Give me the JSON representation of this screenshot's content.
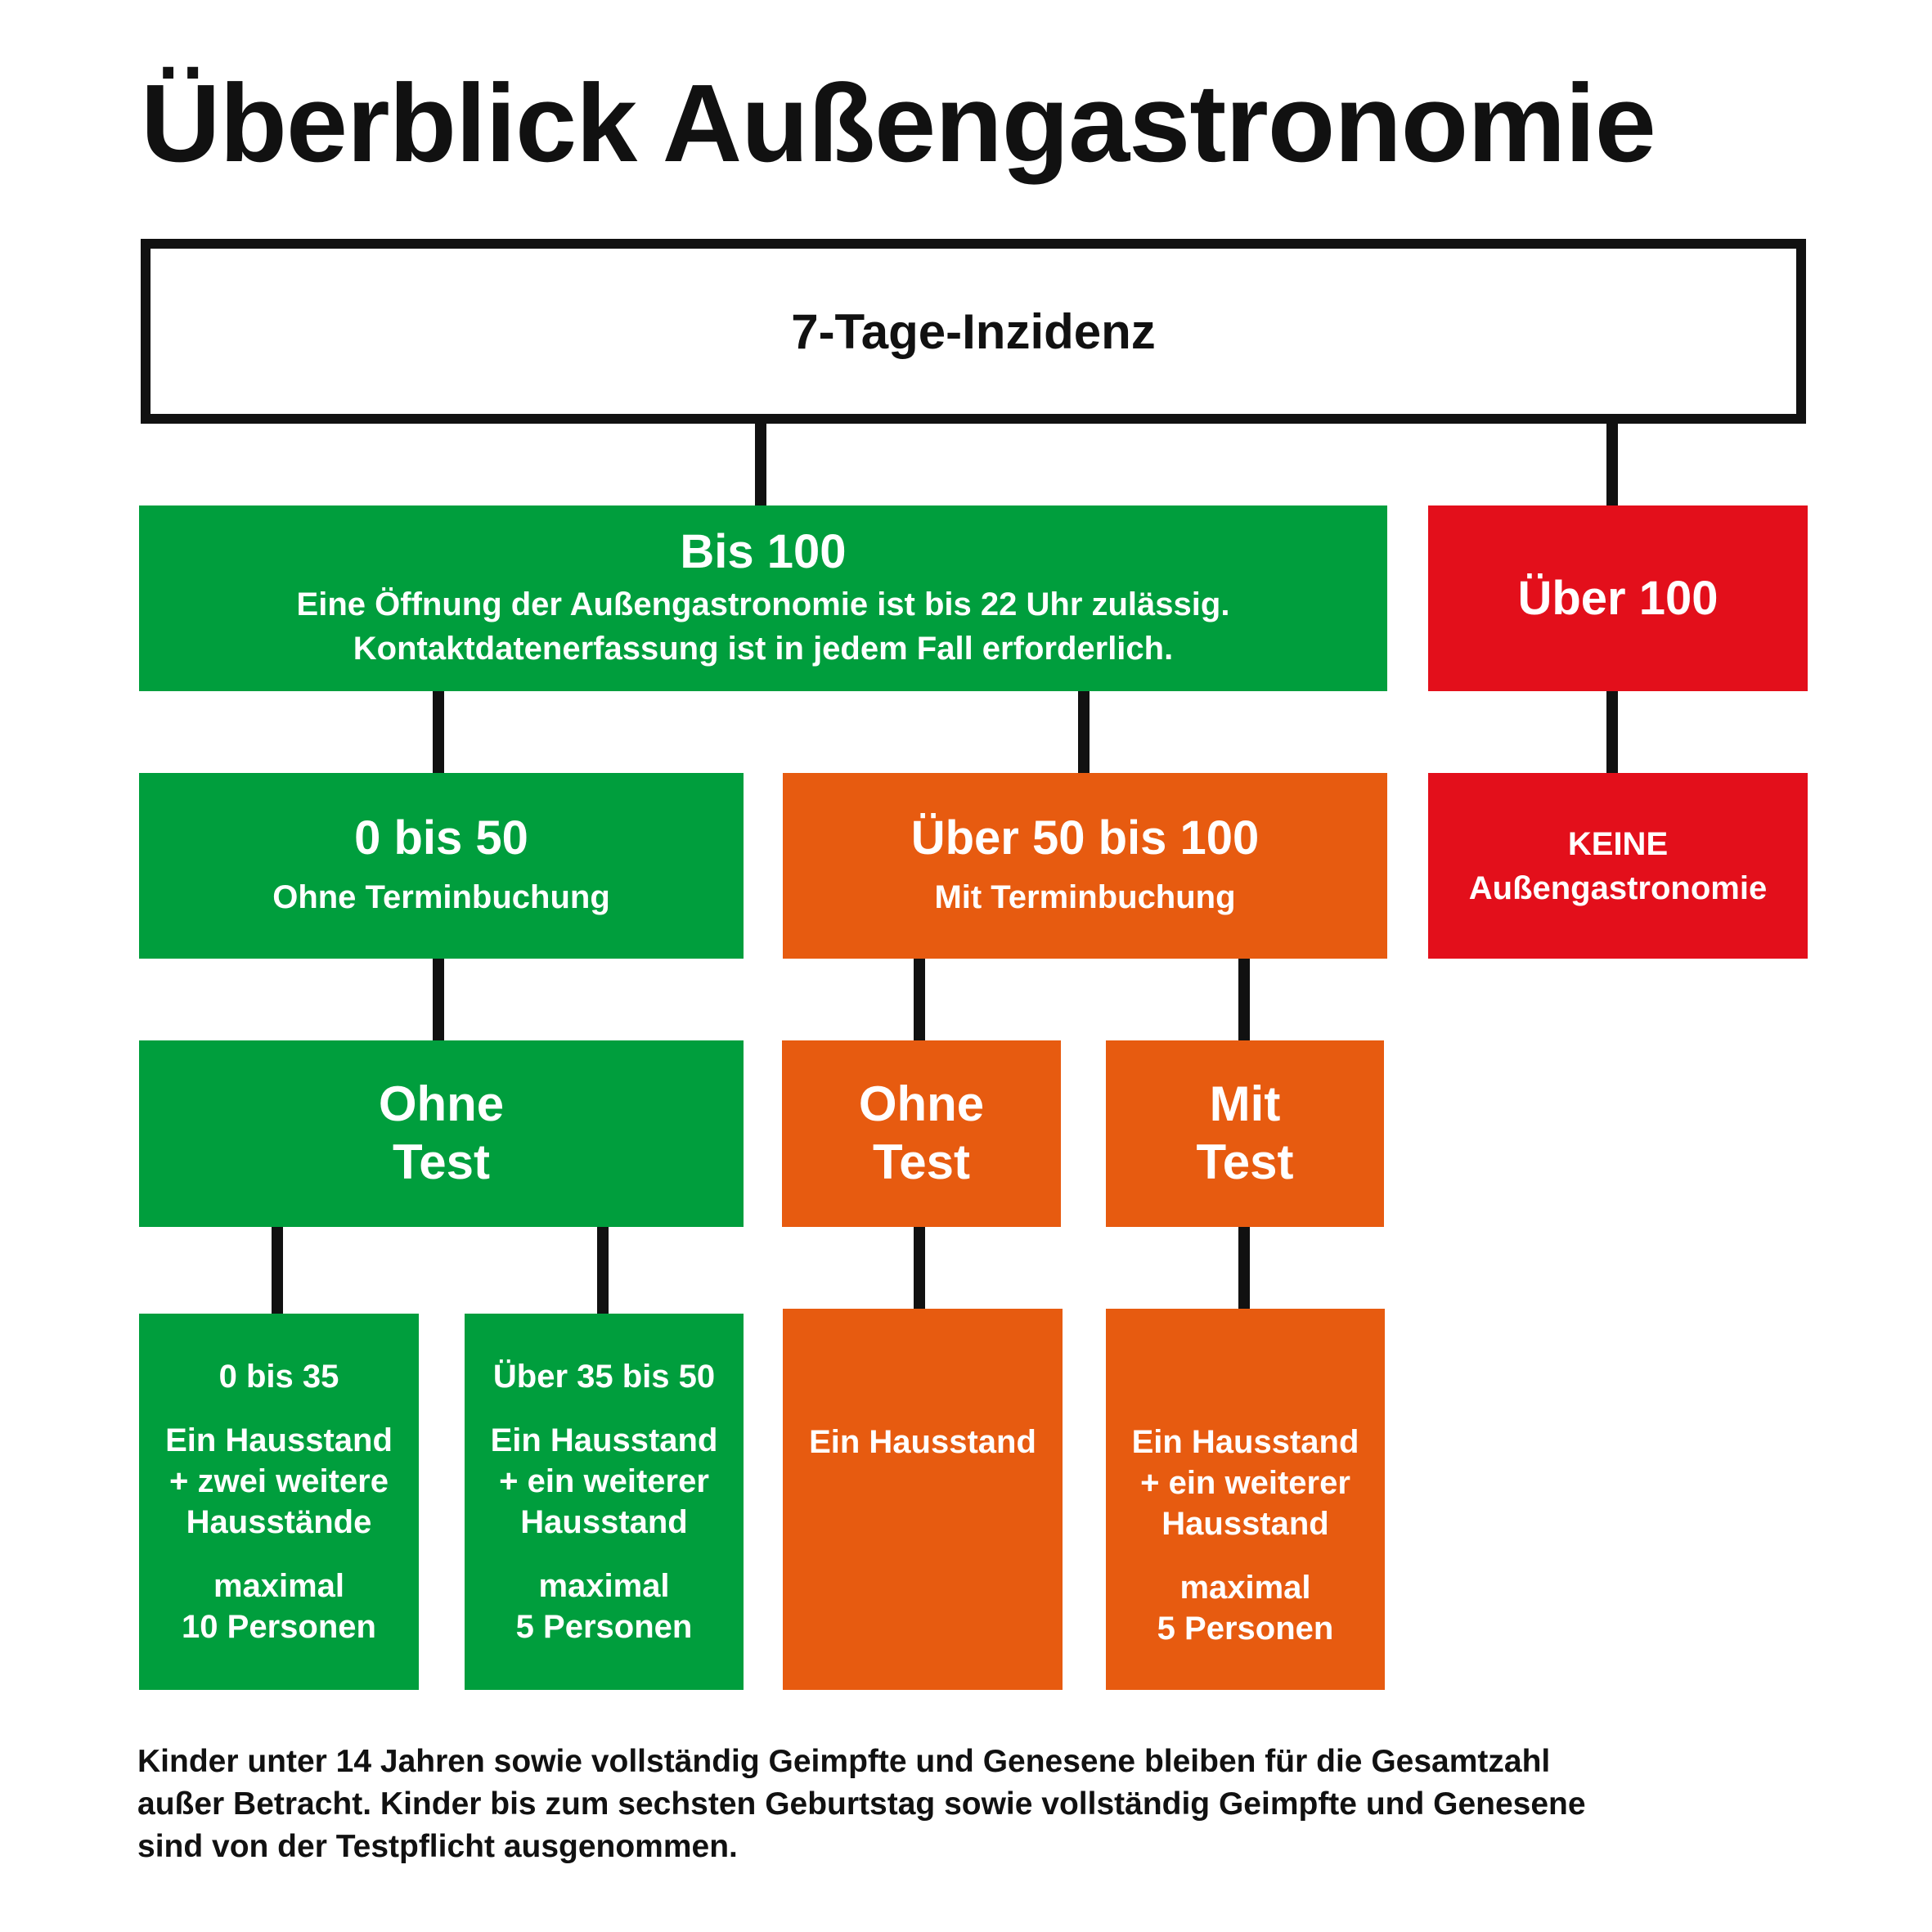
{
  "title": "Überblick Außengastronomie",
  "root": {
    "label": "7-Tage-Inzidenz"
  },
  "bis100": {
    "heading": "Bis 100",
    "line1": "Eine Öffnung der Außengastronomie ist bis 22 Uhr zulässig.",
    "line2": "Kontaktdatenerfassung ist in jedem Fall erforderlich."
  },
  "ueber100": {
    "heading": "Über 100"
  },
  "keine": {
    "line1": "KEINE",
    "line2": "Außengastronomie"
  },
  "range_0_50": {
    "heading": "0 bis 50",
    "sub": "Ohne Terminbuchung"
  },
  "range_50_100": {
    "heading": "Über 50 bis 100",
    "sub": "Mit Terminbuchung"
  },
  "test_green": {
    "label": "Ohne\nTest"
  },
  "test_orange_ohne": {
    "label": "Ohne\nTest"
  },
  "test_orange_mit": {
    "label": "Mit\nTest"
  },
  "leaf1": {
    "range": "0 bis 35",
    "l1": "Ein Hausstand",
    "l2": "+ zwei weitere",
    "l3": "Hausstände",
    "l4": "maximal",
    "l5": "10 Personen"
  },
  "leaf2": {
    "range": "Über 35 bis 50",
    "l1": "Ein Hausstand",
    "l2": "+ ein weiterer",
    "l3": "Hausstand",
    "l4": "maximal",
    "l5": "5 Personen"
  },
  "leaf3": {
    "l1": "Ein Hausstand"
  },
  "leaf4": {
    "l1": "Ein Hausstand",
    "l2": "+ ein weiterer",
    "l3": "Hausstand",
    "l4": "maximal",
    "l5": "5 Personen"
  },
  "footnote": {
    "line1": "Kinder unter 14 Jahren sowie vollständig Geimpfte und Genesene bleiben für die Gesamtzahl",
    "line2": "außer Betracht. Kinder bis zum sechsten Geburtstag sowie vollständig Geimpfte und Genesene",
    "line3": "sind von der Testpflicht ausgenommen."
  },
  "colors": {
    "green": "#009e3d",
    "orange": "#e75b10",
    "red": "#e30f1b",
    "line": "#111111"
  }
}
